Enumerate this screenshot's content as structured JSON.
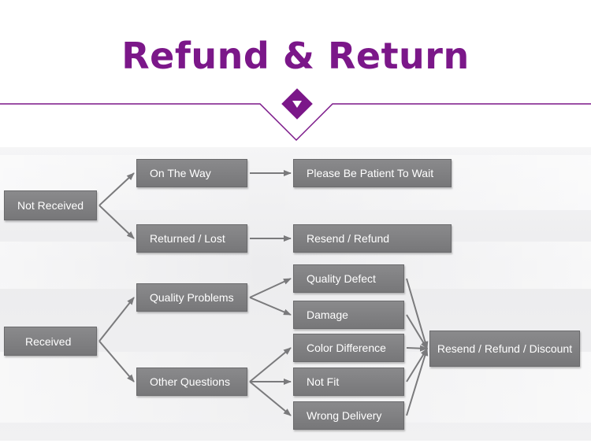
{
  "title": "Refund & Return",
  "colors": {
    "accent": "#7b1789",
    "box": "#808082",
    "arrow": "#7a7a7c"
  },
  "icons": {
    "header_badge": "diamond-down-arrow-icon"
  },
  "nodes": {
    "not_received": "Not Received",
    "on_the_way": "On The Way",
    "please_wait": "Please Be Patient To Wait",
    "returned_lost": "Returned / Lost",
    "resend_refund": "Resend / Refund",
    "received": "Received",
    "quality_problems": "Quality Problems",
    "other_questions": "Other Questions",
    "quality_defect": "Quality Defect",
    "damage": "Damage",
    "color_difference": "Color Difference",
    "not_fit": "Not Fit",
    "wrong_delivery": "Wrong Delivery",
    "resend_refund_discount": "Resend / Refund / Discount"
  },
  "edges": [
    [
      "not_received",
      "on_the_way"
    ],
    [
      "not_received",
      "returned_lost"
    ],
    [
      "on_the_way",
      "please_wait"
    ],
    [
      "returned_lost",
      "resend_refund"
    ],
    [
      "received",
      "quality_problems"
    ],
    [
      "received",
      "other_questions"
    ],
    [
      "quality_problems",
      "quality_defect"
    ],
    [
      "quality_problems",
      "damage"
    ],
    [
      "other_questions",
      "color_difference"
    ],
    [
      "other_questions",
      "not_fit"
    ],
    [
      "other_questions",
      "wrong_delivery"
    ],
    [
      "quality_defect",
      "resend_refund_discount"
    ],
    [
      "damage",
      "resend_refund_discount"
    ],
    [
      "color_difference",
      "resend_refund_discount"
    ],
    [
      "not_fit",
      "resend_refund_discount"
    ],
    [
      "wrong_delivery",
      "resend_refund_discount"
    ]
  ]
}
